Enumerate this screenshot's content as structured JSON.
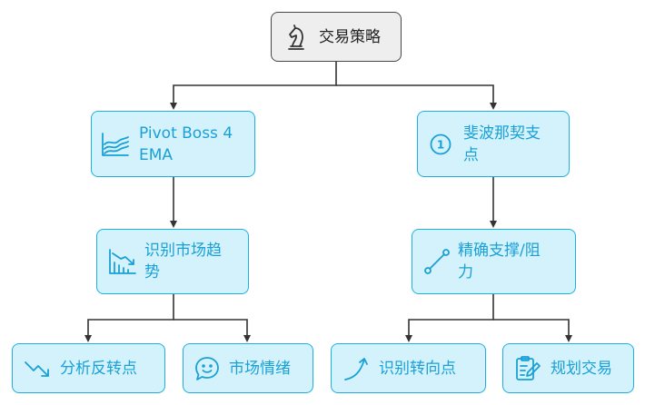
{
  "nodes": {
    "root": {
      "label": "交易策略",
      "icon": "chess-knight-icon"
    },
    "pivot": {
      "label_line1": "Pivot Boss 4",
      "label_line2": "EMA",
      "icon": "area-chart-icon"
    },
    "fib": {
      "label_line1": "斐波那契支",
      "label_line2": "点",
      "icon": "number-one-circle-icon"
    },
    "trend": {
      "label_line1": "识别市场趋",
      "label_line2": "势",
      "icon": "bar-chart-down-icon"
    },
    "levels": {
      "label_line1": "精确支撑/阻",
      "label_line2": "力",
      "icon": "line-points-icon"
    },
    "reversal": {
      "label": "分析反转点",
      "icon": "trend-down-icon"
    },
    "sentiment": {
      "label": "市场情绪",
      "icon": "chat-emoji-icon"
    },
    "turning": {
      "label": "识别转向点",
      "icon": "curved-arrow-icon"
    },
    "plan": {
      "label": "规划交易",
      "icon": "clipboard-edit-icon"
    }
  },
  "colors": {
    "accent": "#1cb0e2",
    "accent_fill": "#d3f2fb",
    "root_fill": "#eeeeee",
    "edge": "#333333"
  }
}
